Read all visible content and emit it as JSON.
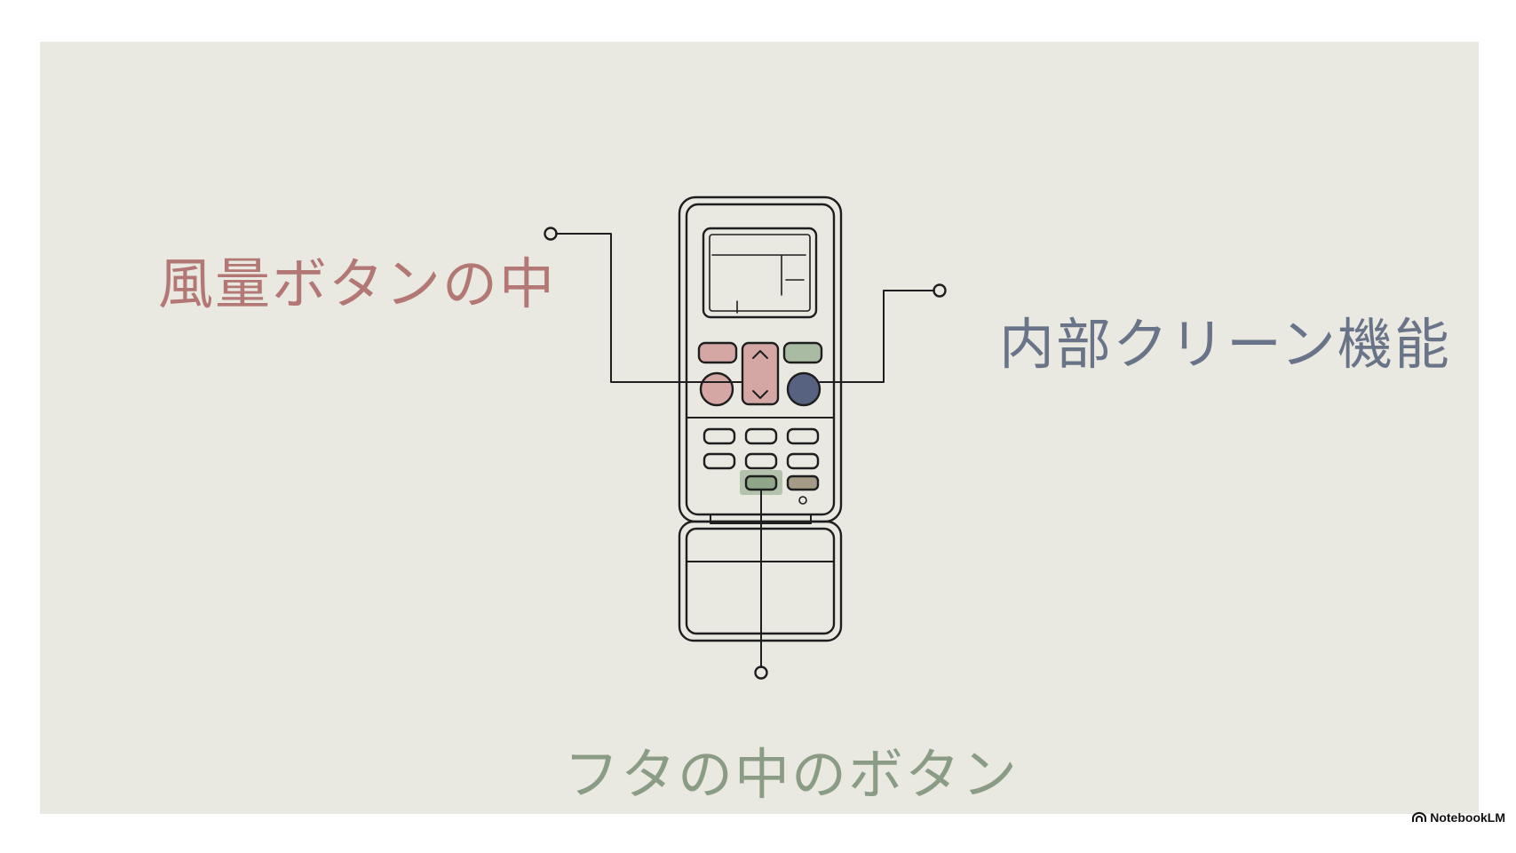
{
  "labels": {
    "fan_button": "風量ボタンの中",
    "internal_clean": "内部クリーン機能",
    "lid_button": "フタの中のボタン"
  },
  "brand": {
    "name": "NotebookLM",
    "icon": "notebooklm-logo-icon"
  },
  "colors": {
    "background": "#e9e8e1",
    "line": "#1e1e1e",
    "fan_label": "#b37875",
    "clean_label": "#6a7489",
    "lid_label": "#8a9c85",
    "red_button": "#d4a7a5",
    "green_button": "#a9bba3",
    "navy_button": "#56627f",
    "brown_button": "#a59a86"
  },
  "icons": [
    "up-arrow-icon",
    "down-arrow-icon"
  ]
}
